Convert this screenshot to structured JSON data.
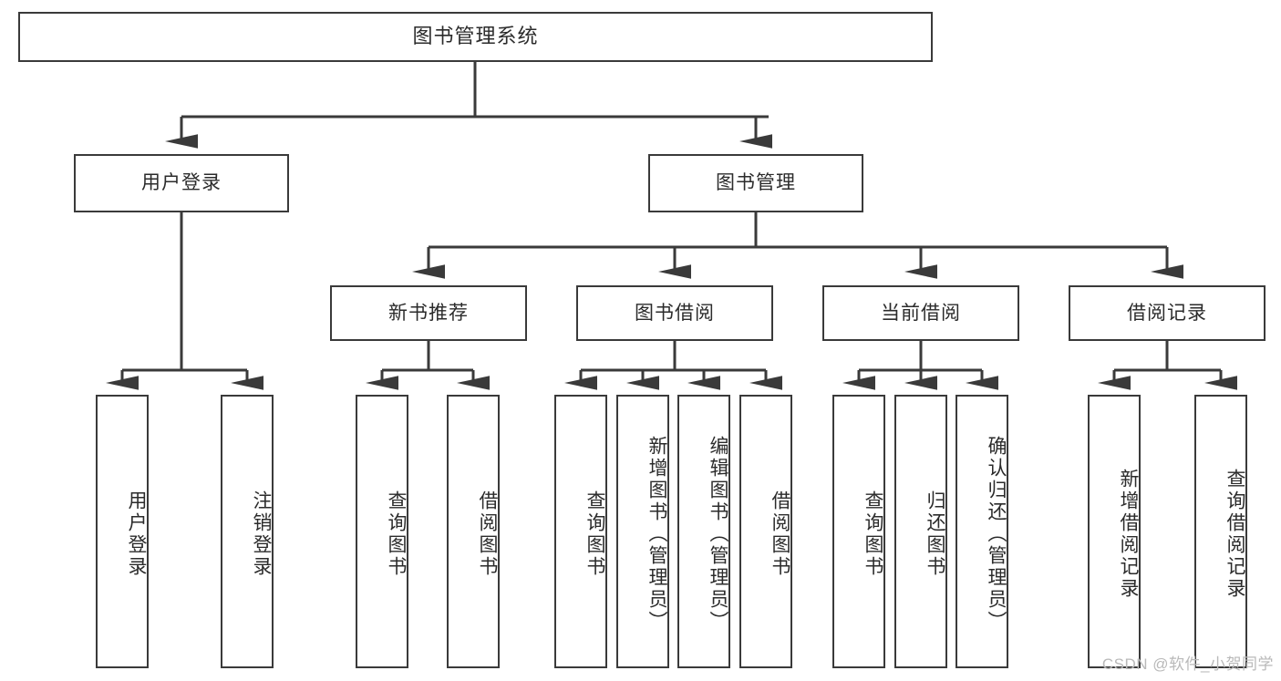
{
  "diagram": {
    "title": "图书管理系统",
    "type": "tree",
    "watermark": "CSDN @软件_小贺同学",
    "colors": {
      "node_border": "#3a3a3a",
      "node_fill": "#ffffff",
      "edge": "#3a3a3a",
      "text": "#2b2b2b",
      "watermark": "#b9b9b9",
      "background": "#ffffff"
    },
    "nodes": {
      "root": {
        "label": "图书管理系统"
      },
      "level2": [
        {
          "id": "user-login",
          "label": "用户登录"
        },
        {
          "id": "book-manage",
          "label": "图书管理"
        }
      ],
      "level3": [
        {
          "id": "new-book-recommend",
          "label": "新书推荐"
        },
        {
          "id": "book-borrow",
          "label": "图书借阅"
        },
        {
          "id": "current-borrow",
          "label": "当前借阅"
        },
        {
          "id": "borrow-record",
          "label": "借阅记录"
        }
      ],
      "leaves": {
        "user-login": [
          {
            "id": "leaf-user-login",
            "label": "用户登录"
          },
          {
            "id": "leaf-logout-login",
            "label": "注销登录"
          }
        ],
        "new-book-recommend": [
          {
            "id": "leaf-query-book-1",
            "label": "查询图书"
          },
          {
            "id": "leaf-borrow-book-1",
            "label": "借阅图书"
          }
        ],
        "book-borrow": [
          {
            "id": "leaf-query-book-2",
            "label": "查询图书"
          },
          {
            "id": "leaf-add-book",
            "label": "新增图书（管理员）"
          },
          {
            "id": "leaf-edit-book",
            "label": "编辑图书（管理员）"
          },
          {
            "id": "leaf-borrow-book-2",
            "label": "借阅图书"
          }
        ],
        "current-borrow": [
          {
            "id": "leaf-query-book-3",
            "label": "查询图书"
          },
          {
            "id": "leaf-return-book",
            "label": "归还图书"
          },
          {
            "id": "leaf-confirm-return",
            "label": "确认归还（管理员）"
          }
        ],
        "borrow-record": [
          {
            "id": "leaf-add-record",
            "label": "新增借阅记录"
          },
          {
            "id": "leaf-query-record",
            "label": "查询借阅记录"
          }
        ]
      }
    }
  }
}
